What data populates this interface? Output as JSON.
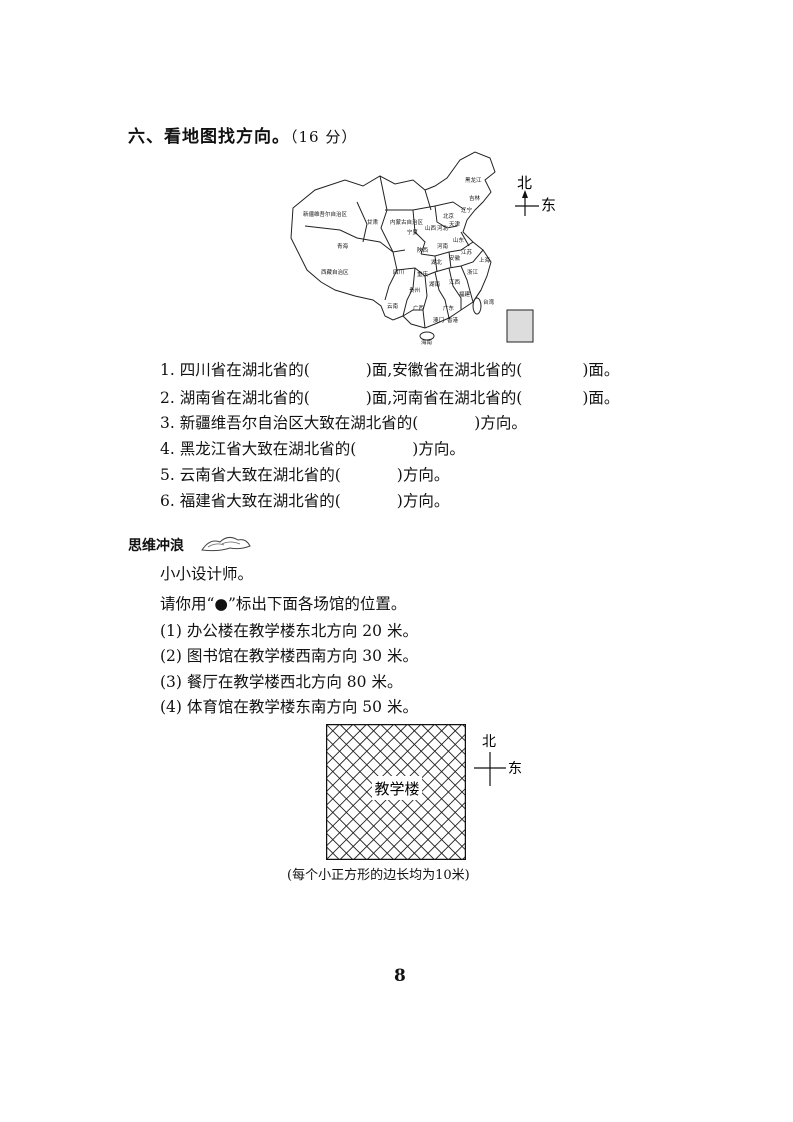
{
  "section": {
    "title": "六、看地图找方向。",
    "score": "（16 分）"
  },
  "map": {
    "compass_north": "北",
    "compass_east": "东",
    "provinces": [
      "黑龙江",
      "吉林",
      "辽宁",
      "北京",
      "天津",
      "河北",
      "山西",
      "内蒙古自治区",
      "宁夏",
      "甘肃",
      "新疆维吾尔自治区",
      "青海",
      "西藏自治区",
      "四川",
      "重庆",
      "陕西",
      "河南",
      "山东",
      "江苏",
      "安徽",
      "上海",
      "湖北",
      "浙江",
      "湖南",
      "江西",
      "福建",
      "贵州",
      "云南",
      "广西",
      "广东",
      "台湾",
      "澳门",
      "香港",
      "海南"
    ]
  },
  "questions": [
    {
      "num": "1.",
      "text_a": "四川省在湖北省的(",
      "text_b": ")面,安徽省在湖北省的(",
      "text_c": ")面。"
    },
    {
      "num": "2.",
      "text_a": "湖南省在湖北省的(",
      "text_b": ")面,河南省在湖北省的(",
      "text_c": ")面。"
    },
    {
      "num": "3.",
      "text_a": "新疆维吾尔自治区大致在湖北省的(",
      "text_b": ")方向。"
    },
    {
      "num": "4.",
      "text_a": "黑龙江省大致在湖北省的(",
      "text_b": ")方向。"
    },
    {
      "num": "5.",
      "text_a": "云南省大致在湖北省的(",
      "text_b": ")方向。"
    },
    {
      "num": "6.",
      "text_a": "福建省大致在湖北省的(",
      "text_b": ")方向。"
    }
  ],
  "extension": {
    "title": "思维冲浪",
    "subtitle": "小小设计师。",
    "instruction": "请你用“●”标出下面各场馆的位置。",
    "items": [
      "(1) 办公楼在教学楼东北方向 20 米。",
      "(2) 图书馆在教学楼西南方向 30 米。",
      "(3) 餐厅在教学楼西北方向 80 米。",
      "(4) 体育馆在教学楼东南方向 50 米。"
    ]
  },
  "grid": {
    "center_label": "教学楼",
    "compass_north": "北",
    "compass_east": "东",
    "caption": "(每个小正方形的边长均为10米)"
  },
  "page_number": "8"
}
